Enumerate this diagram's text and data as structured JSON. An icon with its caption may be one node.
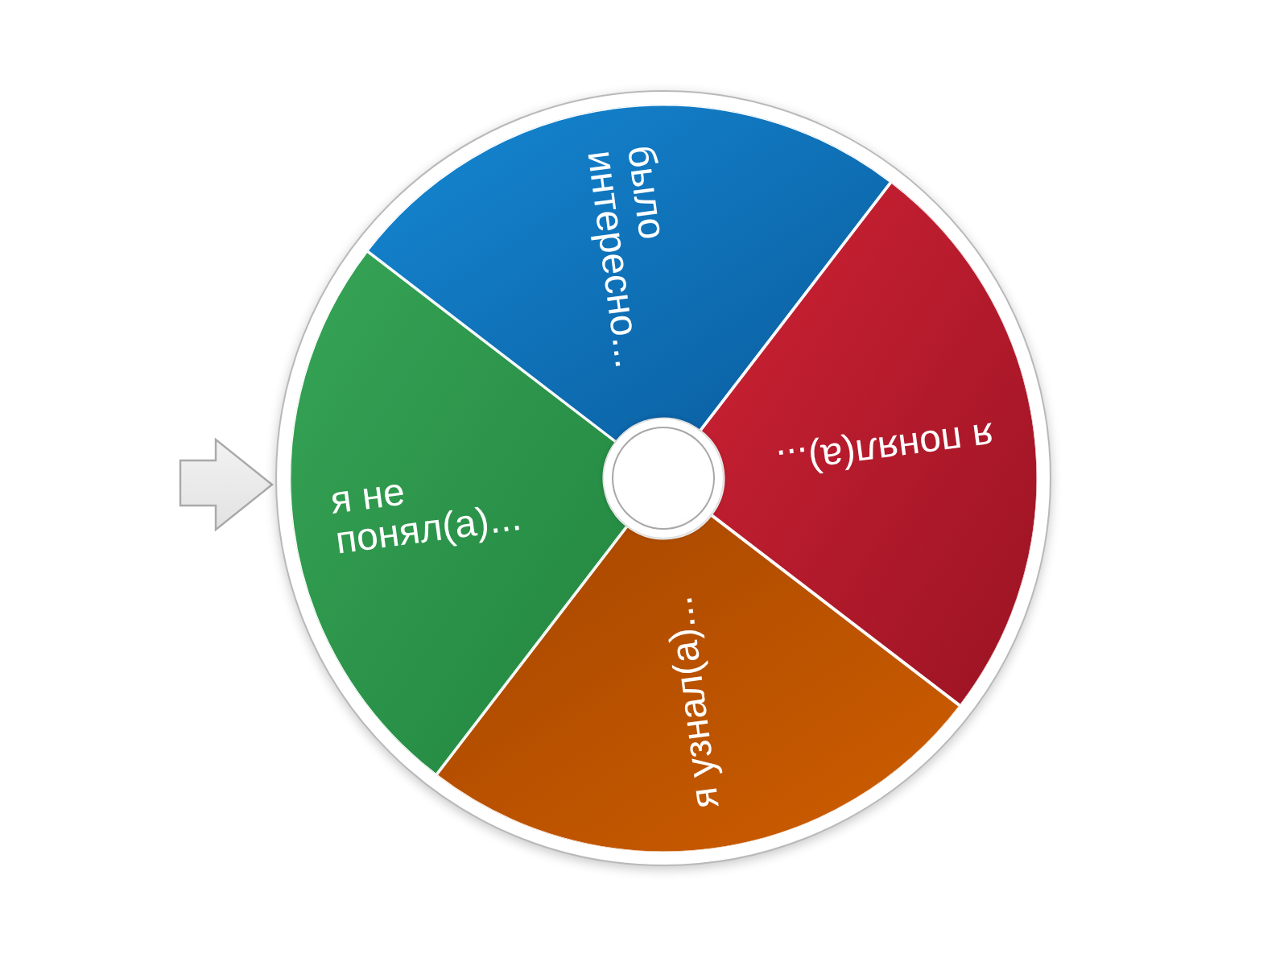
{
  "diagram": {
    "nodes": [
      {
        "text": [
          "было интересно..."
        ]
      },
      {
        "text": [
          "я понял(а)..."
        ]
      },
      {
        "text": [
          "я узнал(а)..."
        ]
      },
      {
        "text": [
          "я не понял(а)..."
        ]
      }
    ]
  }
}
